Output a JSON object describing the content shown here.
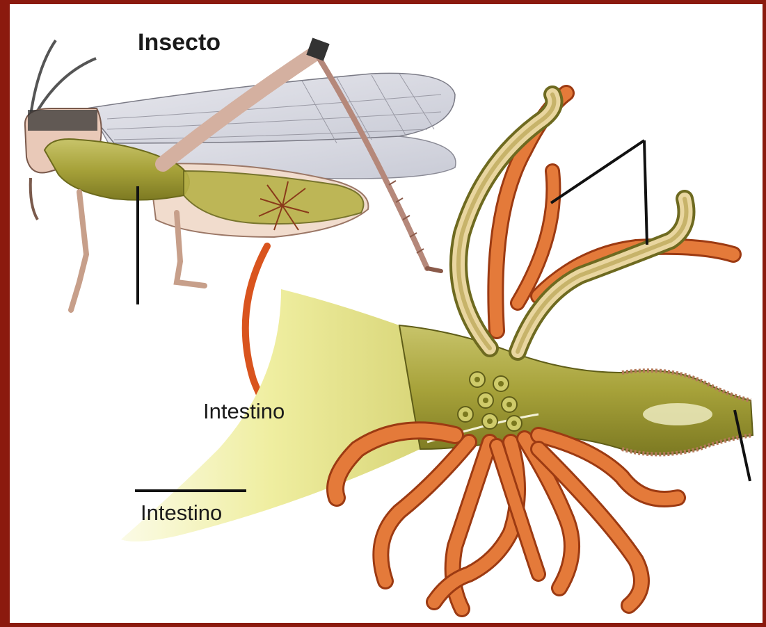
{
  "labels": {
    "insect_title": "Insecto",
    "intestine_arrow": "Intestino",
    "intestine_bottom": "Intestino"
  },
  "colors": {
    "frame": "#8b1a0e",
    "background": "#ffffff",
    "gut": "#a8a43a",
    "tubule": "#d9692c",
    "arrow": "#d9541e",
    "leader_line": "#111111"
  }
}
